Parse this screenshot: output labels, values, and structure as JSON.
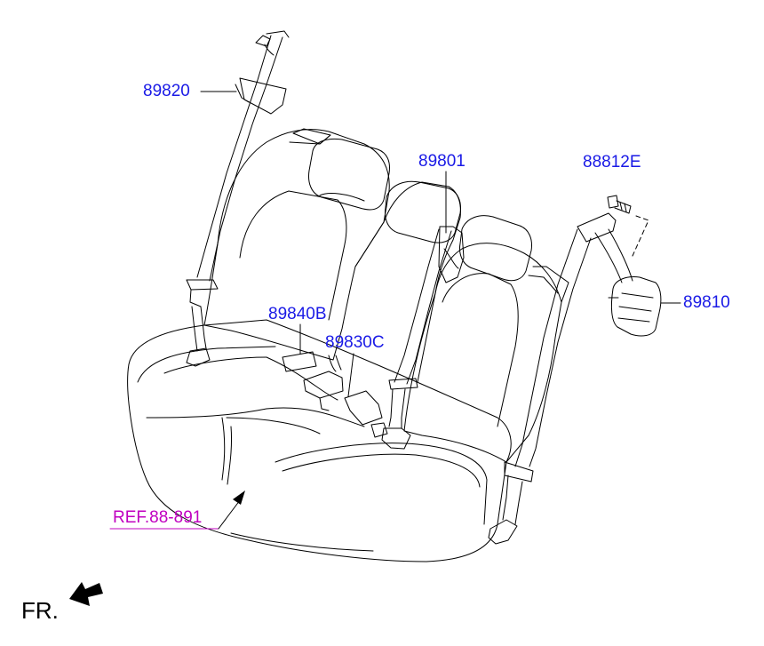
{
  "labels": {
    "belt_left_retractor": "89820",
    "belt_center": "89801",
    "bolt": "88812E",
    "belt_right_retractor": "89810",
    "buckle_left": "89840B",
    "buckle_center": "89830C",
    "reference": "REF.88-891"
  },
  "orientation": {
    "text": "FR."
  },
  "colors": {
    "part_label": "#1a1ae6",
    "reference_label": "#c000c0",
    "line_art": "#000000"
  }
}
